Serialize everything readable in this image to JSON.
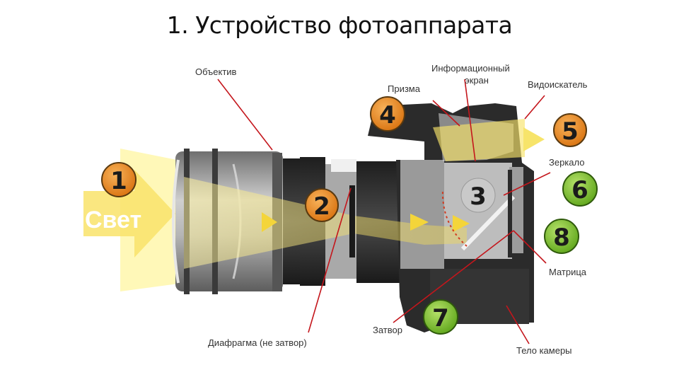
{
  "title": "1. Устройство фотоаппарата",
  "light_label": "Свет",
  "markers": [
    "1",
    "2",
    "3",
    "4",
    "5",
    "6",
    "7",
    "8"
  ],
  "labels": {
    "lens": "Объектив",
    "info_screen_line1": "Информационный",
    "info_screen_line2": "экран",
    "prism": "Призма",
    "viewfinder": "Видоискатель",
    "mirror": "Зеркало",
    "sensor": "Матрица",
    "shutter": "Затвор",
    "body": "Тело камеры",
    "aperture": "Диафрагма (не затвор)"
  },
  "colors": {
    "marker_orange": "#e8891e",
    "marker_green": "#7cbf2a",
    "pointer_red": "#c4161c",
    "light_yellow": "#f7e46a",
    "body_dark": "#2f2f2f",
    "lens_gray": "#9a9a9a"
  }
}
